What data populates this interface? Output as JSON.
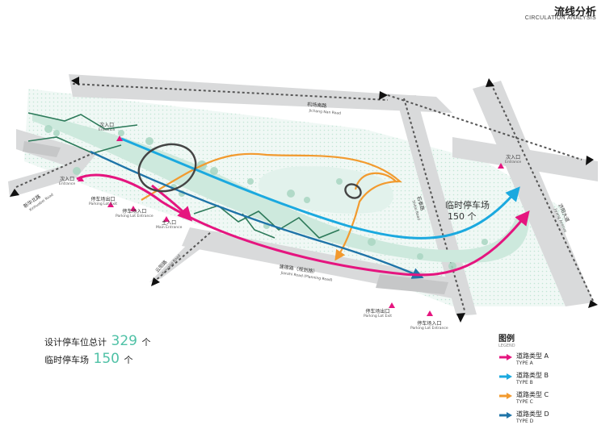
{
  "title": {
    "cn": "流线分析",
    "en": "CIRCULATION ANALYSIS"
  },
  "roads": {
    "jichang": {
      "cn": "机场南路",
      "en": "Jichang Nan Road"
    },
    "jianzhi": {
      "cn": "建德路（规划路）",
      "en": "Jianzhi Road (Planning Road)"
    },
    "xinhuanbei": {
      "cn": "新华北路",
      "en": "Xinhuabei Road"
    },
    "yunyang": {
      "cn": "云阳路",
      "en": "Yunyang Road"
    },
    "shitai": {
      "cn": "石泰路",
      "en": "Shitai Road"
    },
    "jiyang": {
      "cn": "济阳大道",
      "en": "Jiyang Avenue"
    }
  },
  "points": {
    "sec_entrance_1": {
      "cn": "次入口",
      "en": "Entrance"
    },
    "sec_entrance_2": {
      "cn": "次入口",
      "en": "Entrance"
    },
    "sec_entrance_3": {
      "cn": "次入口",
      "en": "Entrance"
    },
    "parking_exit_1": {
      "cn": "停车场出口",
      "en": "Parking Lot Exit"
    },
    "parking_entrance_1": {
      "cn": "停车场入口",
      "en": "Parking Lot Entrance"
    },
    "main_entrance": {
      "cn": "主入口",
      "en": "Main Entrance"
    },
    "parking_exit_2": {
      "cn": "停车场出口",
      "en": "Parking Lot Exit"
    },
    "parking_entrance_2": {
      "cn": "停车场入口",
      "en": "Parking Lot Entrance"
    }
  },
  "temp_parking_label": {
    "cn": "临时停车场",
    "count": "150 个"
  },
  "stats": {
    "design_label": "设计停车位总计",
    "design_value": "329",
    "temp_label": "临时停车场",
    "temp_value": "150",
    "unit": "个"
  },
  "legend": {
    "title": "图例",
    "subtitle": "LEGEND",
    "items": [
      {
        "cn": "道路类型 A",
        "en": "TYPE A",
        "color": "#e5157f"
      },
      {
        "cn": "道路类型 B",
        "en": "TYPE B",
        "color": "#1ba9df"
      },
      {
        "cn": "道路类型 C",
        "en": "TYPE C",
        "color": "#f29a2e"
      },
      {
        "cn": "道路类型 D",
        "en": "TYPE D",
        "color": "#1f74a8"
      }
    ]
  },
  "colors": {
    "road": "#d9dadb",
    "river": "#d8efe8",
    "green": "#a9d6c2",
    "dark_path": "#2d7a5a",
    "circle": "#444444",
    "marker": "#e5157f",
    "stat_number": "#4fc1a6"
  }
}
